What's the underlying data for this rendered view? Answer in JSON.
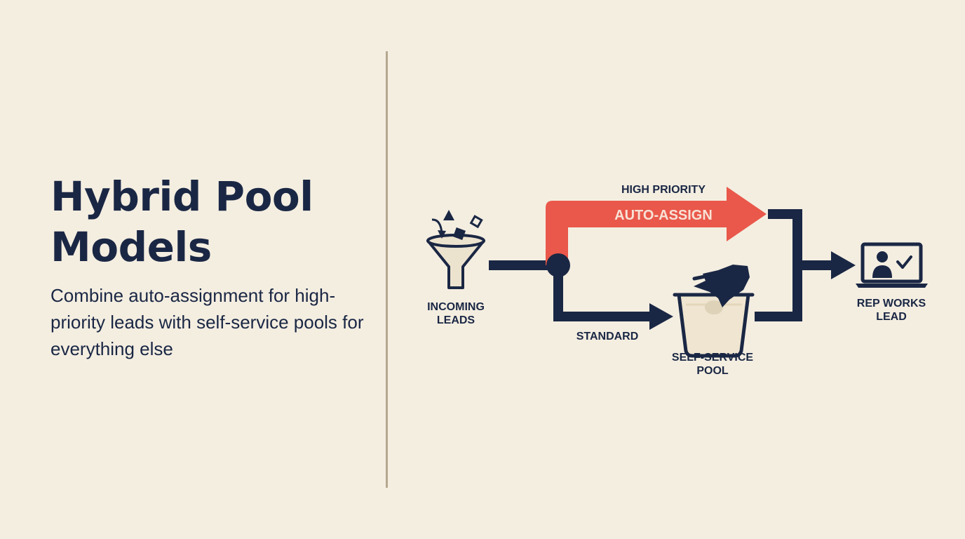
{
  "slide": {
    "title": "Hybrid Pool Models",
    "subtitle": "Combine auto-assignment for high-priority leads with self-service pools for everything else"
  },
  "diagram": {
    "incoming": {
      "line1": "INCOMING",
      "line2": "LEADS",
      "icon": "funnel-icon"
    },
    "high_priority": {
      "label": "HIGH PRIORITY",
      "arrow_text": "AUTO-ASSIGN"
    },
    "standard": {
      "label": "STANDARD"
    },
    "pool": {
      "line1": "SELF-SERVICE",
      "line2": "POOL",
      "icon": "basket-hand-icon"
    },
    "rep": {
      "line1": "REP WORKS",
      "line2": "LEAD",
      "icon": "laptop-user-icon"
    }
  },
  "colors": {
    "background": "#f4eee1",
    "navy": "#1a2744",
    "accent": "#e9584a",
    "divider": "#b5a890"
  }
}
